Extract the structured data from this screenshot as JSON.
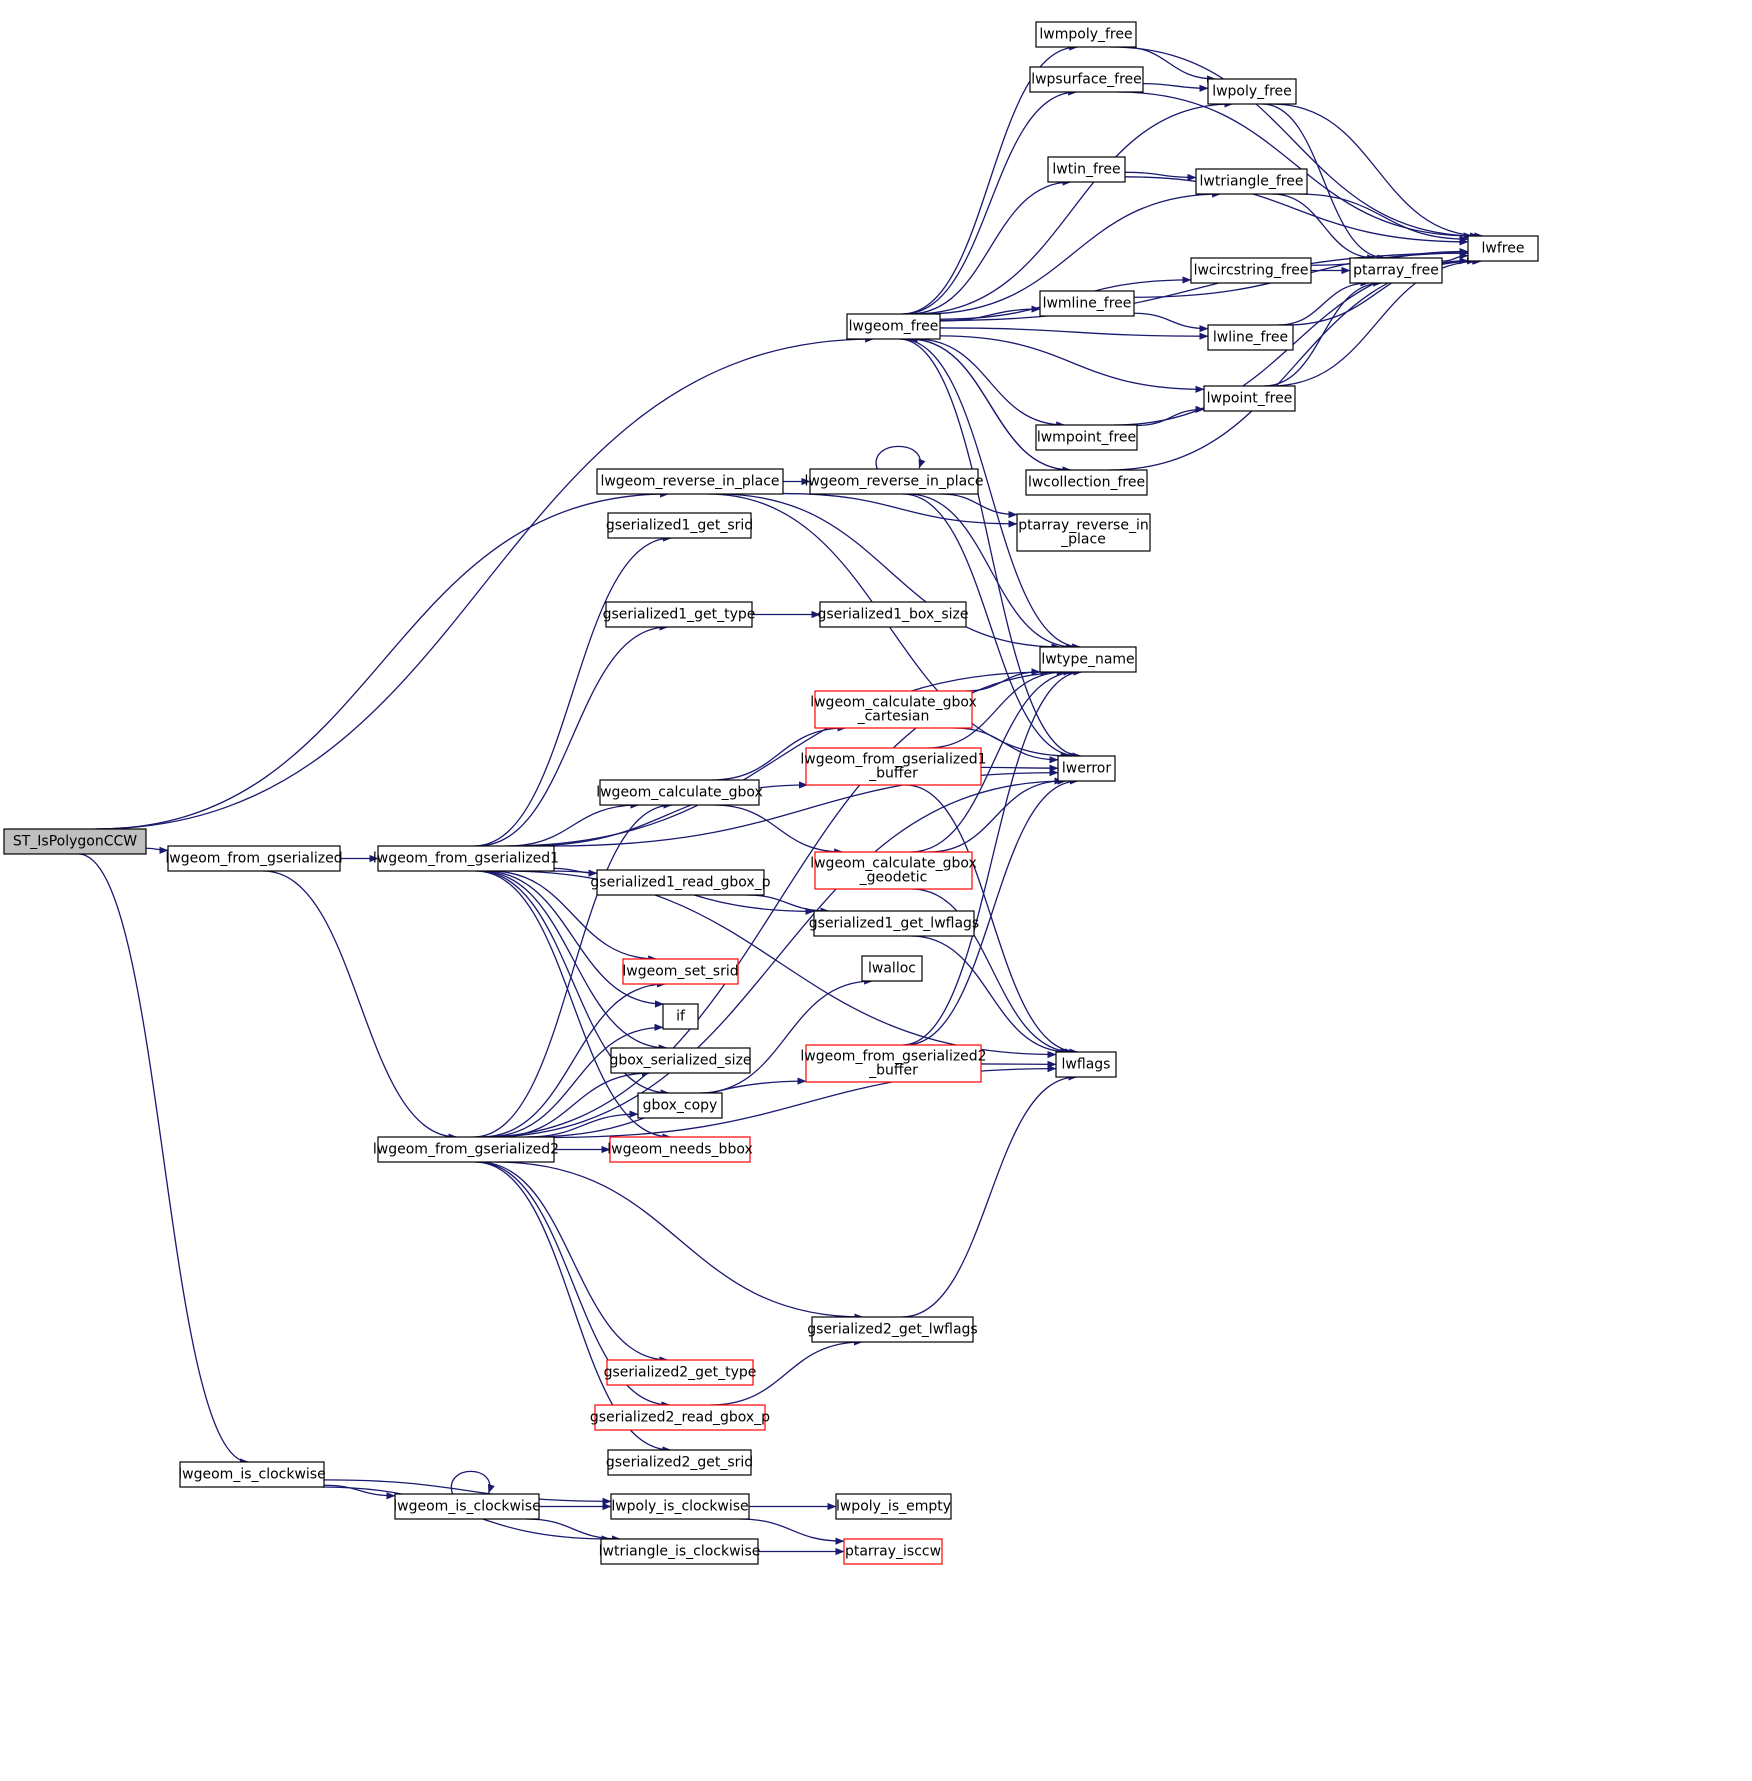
{
  "graph": {
    "colors": {
      "edge": "#191970",
      "node_border": "#000000",
      "truncated_border": "#ff0000",
      "root_fill": "#bfbfbf",
      "node_fill": "#ffffff"
    },
    "nodes": [
      {
        "id": "st_ispolygonccw",
        "label": [
          "ST_IsPolygonCCW"
        ],
        "root": true
      },
      {
        "id": "lwgeom_free",
        "label": [
          "lwgeom_free"
        ]
      },
      {
        "id": "lwgeom_reverse_in_place",
        "label": [
          "lwgeom_reverse_in_place"
        ]
      },
      {
        "id": "lwgeom_from_gserialized",
        "label": [
          "lwgeom_from_gserialized"
        ]
      },
      {
        "id": "lwgeom_is_clockwise",
        "label": [
          "lwgeom_is_clockwise"
        ]
      },
      {
        "id": "lwmpoly_free",
        "label": [
          "lwmpoly_free"
        ]
      },
      {
        "id": "lwpsurface_free",
        "label": [
          "lwpsurface_free"
        ]
      },
      {
        "id": "lwpoly_free",
        "label": [
          "lwpoly_free"
        ]
      },
      {
        "id": "lwtin_free",
        "label": [
          "lwtin_free"
        ]
      },
      {
        "id": "lwtriangle_free",
        "label": [
          "lwtriangle_free"
        ]
      },
      {
        "id": "lwfree",
        "label": [
          "lwfree"
        ]
      },
      {
        "id": "lwcircstring_free",
        "label": [
          "lwcircstring_free"
        ]
      },
      {
        "id": "ptarray_free",
        "label": [
          "ptarray_free"
        ]
      },
      {
        "id": "lwmline_free",
        "label": [
          "lwmline_free"
        ]
      },
      {
        "id": "lwline_free",
        "label": [
          "lwline_free"
        ]
      },
      {
        "id": "lwpoint_free",
        "label": [
          "lwpoint_free"
        ]
      },
      {
        "id": "lwmpoint_free",
        "label": [
          "lwmpoint_free"
        ]
      },
      {
        "id": "lwcollection_free",
        "label": [
          "lwcollection_free"
        ]
      },
      {
        "id": "lwgeom_reverse_in_place_2",
        "label": [
          "lwgeom_reverse_in_place"
        ]
      },
      {
        "id": "ptarray_reverse_in_place",
        "label": [
          "ptarray_reverse_in",
          "_place"
        ]
      },
      {
        "id": "gserialized1_get_srid",
        "label": [
          "gserialized1_get_srid"
        ]
      },
      {
        "id": "gserialized1_get_type",
        "label": [
          "gserialized1_get_type"
        ]
      },
      {
        "id": "gserialized1_box_size",
        "label": [
          "gserialized1_box_size"
        ]
      },
      {
        "id": "lwtype_name",
        "label": [
          "lwtype_name"
        ]
      },
      {
        "id": "lwgeom_calculate_gbox_cartesian",
        "label": [
          "lwgeom_calculate_gbox",
          "_cartesian"
        ],
        "truncated": true
      },
      {
        "id": "lwgeom_from_gserialized1_buffer",
        "label": [
          "lwgeom_from_gserialized1",
          "_buffer"
        ],
        "truncated": true
      },
      {
        "id": "lwerror",
        "label": [
          "lwerror"
        ]
      },
      {
        "id": "lwgeom_calculate_gbox",
        "label": [
          "lwgeom_calculate_gbox"
        ]
      },
      {
        "id": "lwgeom_from_gserialized1",
        "label": [
          "lwgeom_from_gserialized1"
        ]
      },
      {
        "id": "gserialized1_read_gbox_p",
        "label": [
          "gserialized1_read_gbox_p"
        ]
      },
      {
        "id": "lwgeom_calculate_gbox_geodetic",
        "label": [
          "lwgeom_calculate_gbox",
          "_geodetic"
        ],
        "truncated": true
      },
      {
        "id": "gserialized1_get_lwflags",
        "label": [
          "gserialized1_get_lwflags"
        ]
      },
      {
        "id": "lwalloc",
        "label": [
          "lwalloc"
        ]
      },
      {
        "id": "lwgeom_set_srid",
        "label": [
          "lwgeom_set_srid"
        ],
        "truncated": true
      },
      {
        "id": "if",
        "label": [
          "if"
        ]
      },
      {
        "id": "gbox_serialized_size",
        "label": [
          "gbox_serialized_size"
        ]
      },
      {
        "id": "lwgeom_from_gserialized2_buffer",
        "label": [
          "lwgeom_from_gserialized2",
          "_buffer"
        ],
        "truncated": true
      },
      {
        "id": "lwflags",
        "label": [
          "lwflags"
        ]
      },
      {
        "id": "gbox_copy",
        "label": [
          "gbox_copy"
        ]
      },
      {
        "id": "lwgeom_from_gserialized2",
        "label": [
          "lwgeom_from_gserialized2"
        ]
      },
      {
        "id": "lwgeom_needs_bbox",
        "label": [
          "lwgeom_needs_bbox"
        ],
        "truncated": true
      },
      {
        "id": "gserialized2_get_lwflags",
        "label": [
          "gserialized2_get_lwflags"
        ]
      },
      {
        "id": "gserialized2_get_type",
        "label": [
          "gserialized2_get_type"
        ],
        "truncated": true
      },
      {
        "id": "gserialized2_read_gbox_p",
        "label": [
          "gserialized2_read_gbox_p"
        ],
        "truncated": true
      },
      {
        "id": "gserialized2_get_srid",
        "label": [
          "gserialized2_get_srid"
        ]
      },
      {
        "id": "lwgeom_is_clockwise_2",
        "label": [
          "lwgeom_is_clockwise"
        ]
      },
      {
        "id": "lwpoly_is_clockwise",
        "label": [
          "lwpoly_is_clockwise"
        ]
      },
      {
        "id": "lwpoly_is_empty",
        "label": [
          "lwpoly_is_empty"
        ]
      },
      {
        "id": "lwtriangle_is_clockwise",
        "label": [
          "lwtriangle_is_clockwise"
        ]
      },
      {
        "id": "ptarray_isccw",
        "label": [
          "ptarray_isccw"
        ],
        "truncated": true
      }
    ],
    "edges": [
      [
        "st_ispolygonccw",
        "lwgeom_free"
      ],
      [
        "st_ispolygonccw",
        "lwgeom_reverse_in_place"
      ],
      [
        "st_ispolygonccw",
        "lwgeom_from_gserialized"
      ],
      [
        "st_ispolygonccw",
        "lwgeom_is_clockwise"
      ],
      [
        "lwgeom_free",
        "lwmpoly_free"
      ],
      [
        "lwgeom_free",
        "lwpsurface_free"
      ],
      [
        "lwgeom_free",
        "lwpoly_free"
      ],
      [
        "lwgeom_free",
        "lwtin_free"
      ],
      [
        "lwgeom_free",
        "lwtriangle_free"
      ],
      [
        "lwgeom_free",
        "lwfree"
      ],
      [
        "lwgeom_free",
        "lwcircstring_free"
      ],
      [
        "lwgeom_free",
        "lwmline_free"
      ],
      [
        "lwgeom_free",
        "lwline_free"
      ],
      [
        "lwgeom_free",
        "lwpoint_free"
      ],
      [
        "lwgeom_free",
        "lwmpoint_free"
      ],
      [
        "lwgeom_free",
        "lwcollection_free"
      ],
      [
        "lwgeom_free",
        "lwtype_name"
      ],
      [
        "lwgeom_free",
        "lwerror"
      ],
      [
        "lwmpoly_free",
        "lwpoly_free"
      ],
      [
        "lwmpoly_free",
        "lwfree"
      ],
      [
        "lwpsurface_free",
        "lwpoly_free"
      ],
      [
        "lwpsurface_free",
        "lwfree"
      ],
      [
        "lwpoly_free",
        "ptarray_free"
      ],
      [
        "lwpoly_free",
        "lwfree"
      ],
      [
        "lwtin_free",
        "lwtriangle_free"
      ],
      [
        "lwtin_free",
        "lwfree"
      ],
      [
        "lwtriangle_free",
        "ptarray_free"
      ],
      [
        "lwtriangle_free",
        "lwfree"
      ],
      [
        "lwcircstring_free",
        "ptarray_free"
      ],
      [
        "lwcircstring_free",
        "lwfree"
      ],
      [
        "ptarray_free",
        "lwfree"
      ],
      [
        "lwmline_free",
        "lwline_free"
      ],
      [
        "lwmline_free",
        "lwfree"
      ],
      [
        "lwline_free",
        "ptarray_free"
      ],
      [
        "lwline_free",
        "lwfree"
      ],
      [
        "lwpoint_free",
        "ptarray_free"
      ],
      [
        "lwpoint_free",
        "lwfree"
      ],
      [
        "lwmpoint_free",
        "lwpoint_free"
      ],
      [
        "lwmpoint_free",
        "lwfree"
      ],
      [
        "lwcollection_free",
        "lwgeom_free"
      ],
      [
        "lwcollection_free",
        "lwfree"
      ],
      [
        "lwgeom_reverse_in_place",
        "lwgeom_reverse_in_place_2"
      ],
      [
        "lwgeom_reverse_in_place",
        "lwtype_name"
      ],
      [
        "lwgeom_reverse_in_place",
        "lwerror"
      ],
      [
        "lwgeom_reverse_in_place",
        "ptarray_reverse_in_place"
      ],
      [
        "lwgeom_reverse_in_place_2",
        "lwgeom_reverse_in_place_2"
      ],
      [
        "lwgeom_reverse_in_place_2",
        "ptarray_reverse_in_place"
      ],
      [
        "lwgeom_reverse_in_place_2",
        "lwtype_name"
      ],
      [
        "lwgeom_reverse_in_place_2",
        "lwerror"
      ],
      [
        "lwgeom_from_gserialized",
        "lwgeom_from_gserialized1"
      ],
      [
        "lwgeom_from_gserialized",
        "lwgeom_from_gserialized2"
      ],
      [
        "lwgeom_from_gserialized1",
        "gserialized1_get_srid"
      ],
      [
        "lwgeom_from_gserialized1",
        "gserialized1_get_type"
      ],
      [
        "lwgeom_from_gserialized1",
        "lwtype_name"
      ],
      [
        "lwgeom_from_gserialized1",
        "lwgeom_from_gserialized1_buffer"
      ],
      [
        "lwgeom_from_gserialized1",
        "lwerror"
      ],
      [
        "lwgeom_from_gserialized1",
        "lwgeom_calculate_gbox"
      ],
      [
        "lwgeom_from_gserialized1",
        "gserialized1_read_gbox_p"
      ],
      [
        "lwgeom_from_gserialized1",
        "gserialized1_get_lwflags"
      ],
      [
        "lwgeom_from_gserialized1",
        "lwgeom_set_srid"
      ],
      [
        "lwgeom_from_gserialized1",
        "if"
      ],
      [
        "lwgeom_from_gserialized1",
        "gbox_serialized_size"
      ],
      [
        "lwgeom_from_gserialized1",
        "gbox_copy"
      ],
      [
        "lwgeom_from_gserialized1",
        "lwgeom_needs_bbox"
      ],
      [
        "lwgeom_from_gserialized1",
        "lwflags"
      ],
      [
        "gserialized1_get_type",
        "gserialized1_box_size"
      ],
      [
        "lwgeom_calculate_gbox",
        "lwgeom_calculate_gbox_cartesian"
      ],
      [
        "lwgeom_calculate_gbox",
        "lwgeom_calculate_gbox_geodetic"
      ],
      [
        "lwgeom_calculate_gbox_cartesian",
        "lwtype_name"
      ],
      [
        "lwgeom_calculate_gbox_cartesian",
        "lwerror"
      ],
      [
        "lwgeom_from_gserialized1_buffer",
        "lwtype_name"
      ],
      [
        "lwgeom_from_gserialized1_buffer",
        "lwerror"
      ],
      [
        "lwgeom_from_gserialized1_buffer",
        "lwflags"
      ],
      [
        "lwgeom_calculate_gbox_geodetic",
        "lwtype_name"
      ],
      [
        "lwgeom_calculate_gbox_geodetic",
        "lwerror"
      ],
      [
        "lwgeom_calculate_gbox_geodetic",
        "lwflags"
      ],
      [
        "gserialized1_read_gbox_p",
        "gserialized1_get_lwflags"
      ],
      [
        "gserialized1_get_lwflags",
        "lwflags"
      ],
      [
        "gbox_copy",
        "lwalloc"
      ],
      [
        "lwgeom_from_gserialized2_buffer",
        "lwtype_name"
      ],
      [
        "lwgeom_from_gserialized2_buffer",
        "lwerror"
      ],
      [
        "lwgeom_from_gserialized2_buffer",
        "lwflags"
      ],
      [
        "lwgeom_from_gserialized2",
        "lwgeom_calculate_gbox"
      ],
      [
        "lwgeom_from_gserialized2",
        "lwtype_name"
      ],
      [
        "lwgeom_from_gserialized2",
        "lwgeom_set_srid"
      ],
      [
        "lwgeom_from_gserialized2",
        "if"
      ],
      [
        "lwgeom_from_gserialized2",
        "gbox_serialized_size"
      ],
      [
        "lwgeom_from_gserialized2",
        "gbox_copy"
      ],
      [
        "lwgeom_from_gserialized2",
        "lwgeom_needs_bbox"
      ],
      [
        "lwgeom_from_gserialized2",
        "lwerror"
      ],
      [
        "lwgeom_from_gserialized2",
        "lwgeom_from_gserialized2_buffer"
      ],
      [
        "lwgeom_from_gserialized2",
        "lwflags"
      ],
      [
        "lwgeom_from_gserialized2",
        "gserialized2_get_lwflags"
      ],
      [
        "lwgeom_from_gserialized2",
        "gserialized2_get_type"
      ],
      [
        "lwgeom_from_gserialized2",
        "gserialized2_read_gbox_p"
      ],
      [
        "lwgeom_from_gserialized2",
        "gserialized2_get_srid"
      ],
      [
        "gserialized2_read_gbox_p",
        "gserialized2_get_lwflags"
      ],
      [
        "gserialized2_get_lwflags",
        "lwflags"
      ],
      [
        "lwgeom_is_clockwise",
        "lwgeom_is_clockwise_2"
      ],
      [
        "lwgeom_is_clockwise",
        "lwpoly_is_clockwise"
      ],
      [
        "lwgeom_is_clockwise",
        "lwtriangle_is_clockwise"
      ],
      [
        "lwgeom_is_clockwise_2",
        "lwgeom_is_clockwise_2"
      ],
      [
        "lwgeom_is_clockwise_2",
        "lwpoly_is_clockwise"
      ],
      [
        "lwgeom_is_clockwise_2",
        "lwtriangle_is_clockwise"
      ],
      [
        "lwpoly_is_clockwise",
        "lwpoly_is_empty"
      ],
      [
        "lwpoly_is_clockwise",
        "ptarray_isccw"
      ],
      [
        "lwtriangle_is_clockwise",
        "ptarray_isccw"
      ]
    ]
  }
}
